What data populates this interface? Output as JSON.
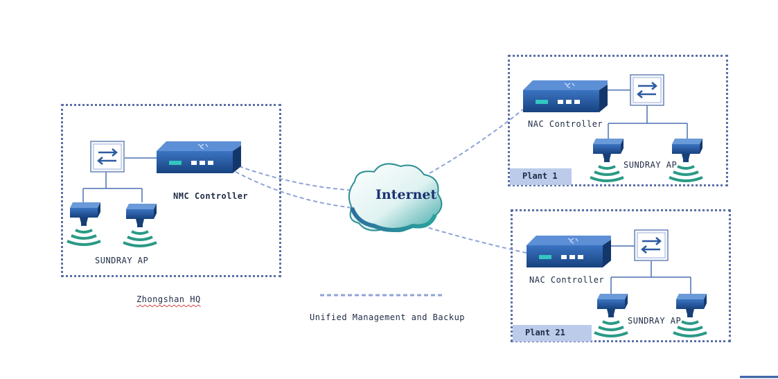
{
  "zones": {
    "hq": {
      "controller_label": "NMC Controller",
      "ap_label": "SUNDRAY AP",
      "caption": "Zhongshan HQ"
    },
    "plant1": {
      "controller_label": "NAC Controller",
      "ap_label": "SUNDRAY AP",
      "tag": "Plant 1"
    },
    "plant21": {
      "controller_label": "NAC Controller",
      "ap_label": "SUNDRAY AP",
      "tag": "Plant 21"
    }
  },
  "internet": {
    "label": "Internet"
  },
  "legend": {
    "label": "Unified Management and Backup"
  },
  "colors": {
    "zone_border": "#5b6fa6",
    "link_dashed": "#8ea3d6",
    "device_blue": "#1d4f9c",
    "device_led": "#33c6c0",
    "wifi_green": "#2a9a86",
    "cloud_teal": "#3aa7a6",
    "tag_fill": "#bccbea"
  },
  "icons": [
    "switch-icon",
    "controller-icon",
    "access-point-icon",
    "wifi-signal-icon",
    "cloud-icon"
  ]
}
